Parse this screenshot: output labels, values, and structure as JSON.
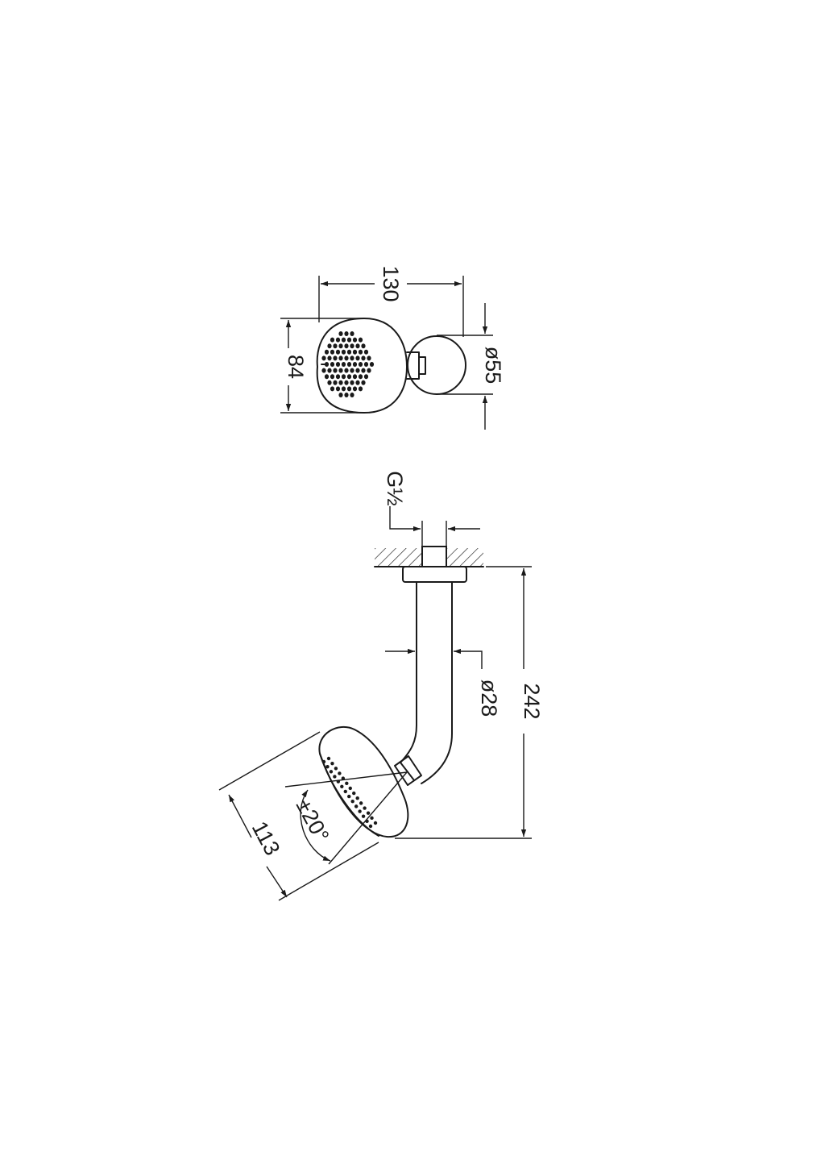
{
  "dimensions": {
    "top_width": "130",
    "top_height": "84",
    "flange_diameter": "ø55",
    "thread": "G½",
    "pipe_diameter": "ø28",
    "total_length": "242",
    "head_diameter": "113",
    "tilt_angle": "±20°"
  },
  "colors": {
    "line": "#1a1a1a",
    "background": "#ffffff"
  }
}
